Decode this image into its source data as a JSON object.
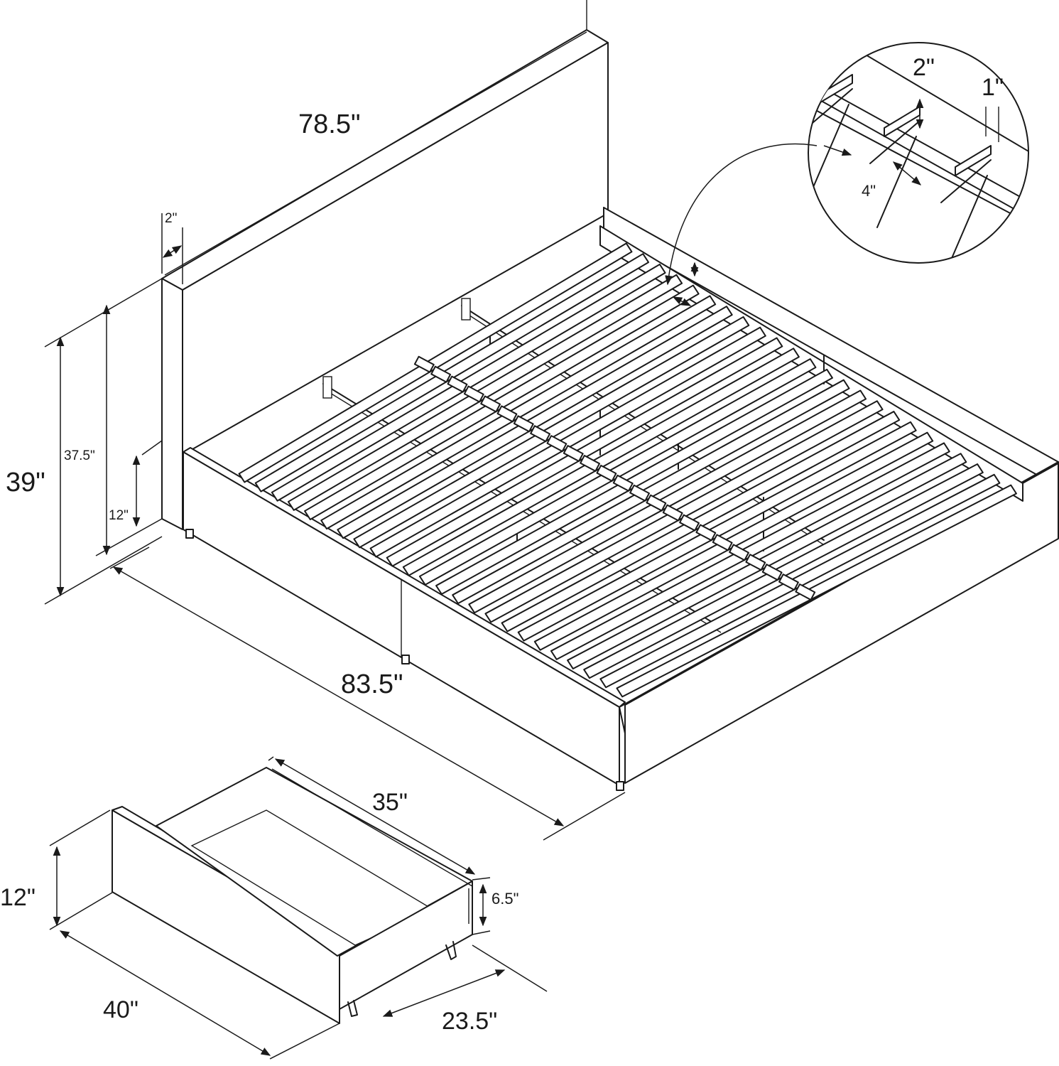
{
  "dimensions": {
    "headboard_width": "78.5\"",
    "headboard_thickness": "2\"",
    "overall_height": "39\"",
    "headboard_panel_height": "37.5\"",
    "frame_clearance": "12\"",
    "bed_length": "83.5\"",
    "drawer_length": "35\"",
    "drawer_front_height": "12\"",
    "drawer_box_height": "6.5\"",
    "drawer_front_width": "40\"",
    "drawer_box_width": "23.5\""
  },
  "slat_detail": {
    "slat_height": "2\"",
    "slat_thickness": "1\"",
    "slat_gap": "4\""
  }
}
